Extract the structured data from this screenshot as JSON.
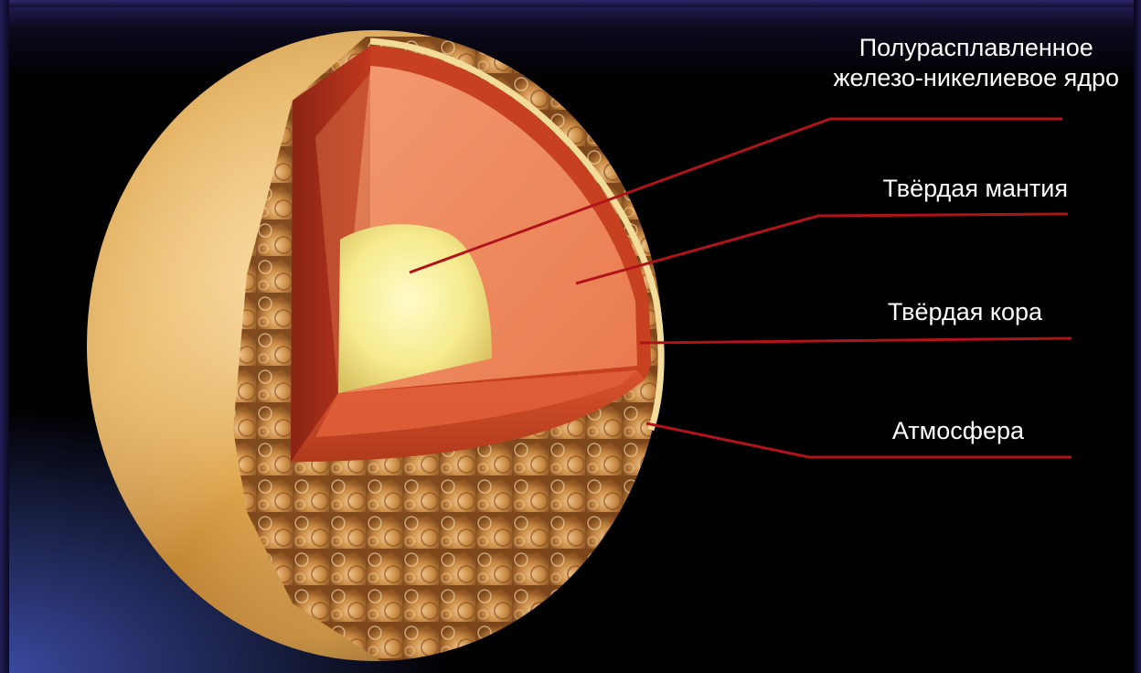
{
  "diagram": {
    "labels": {
      "core_line1": "Полурасплавленное",
      "core_line2": "железо-никелиевое ядро",
      "mantle": "Твёрдая мантия",
      "crust": "Твёрдая кора",
      "atmosphere": "Атмосфера"
    },
    "colors": {
      "background": "#000000",
      "leader_line": "#b0141a",
      "core": "#f5e88a",
      "mantle": "#f08a5c",
      "crust": "#b8321c",
      "atmosphere": "#e8c070",
      "surface": "#c98a3a",
      "text": "#ffffff"
    }
  }
}
